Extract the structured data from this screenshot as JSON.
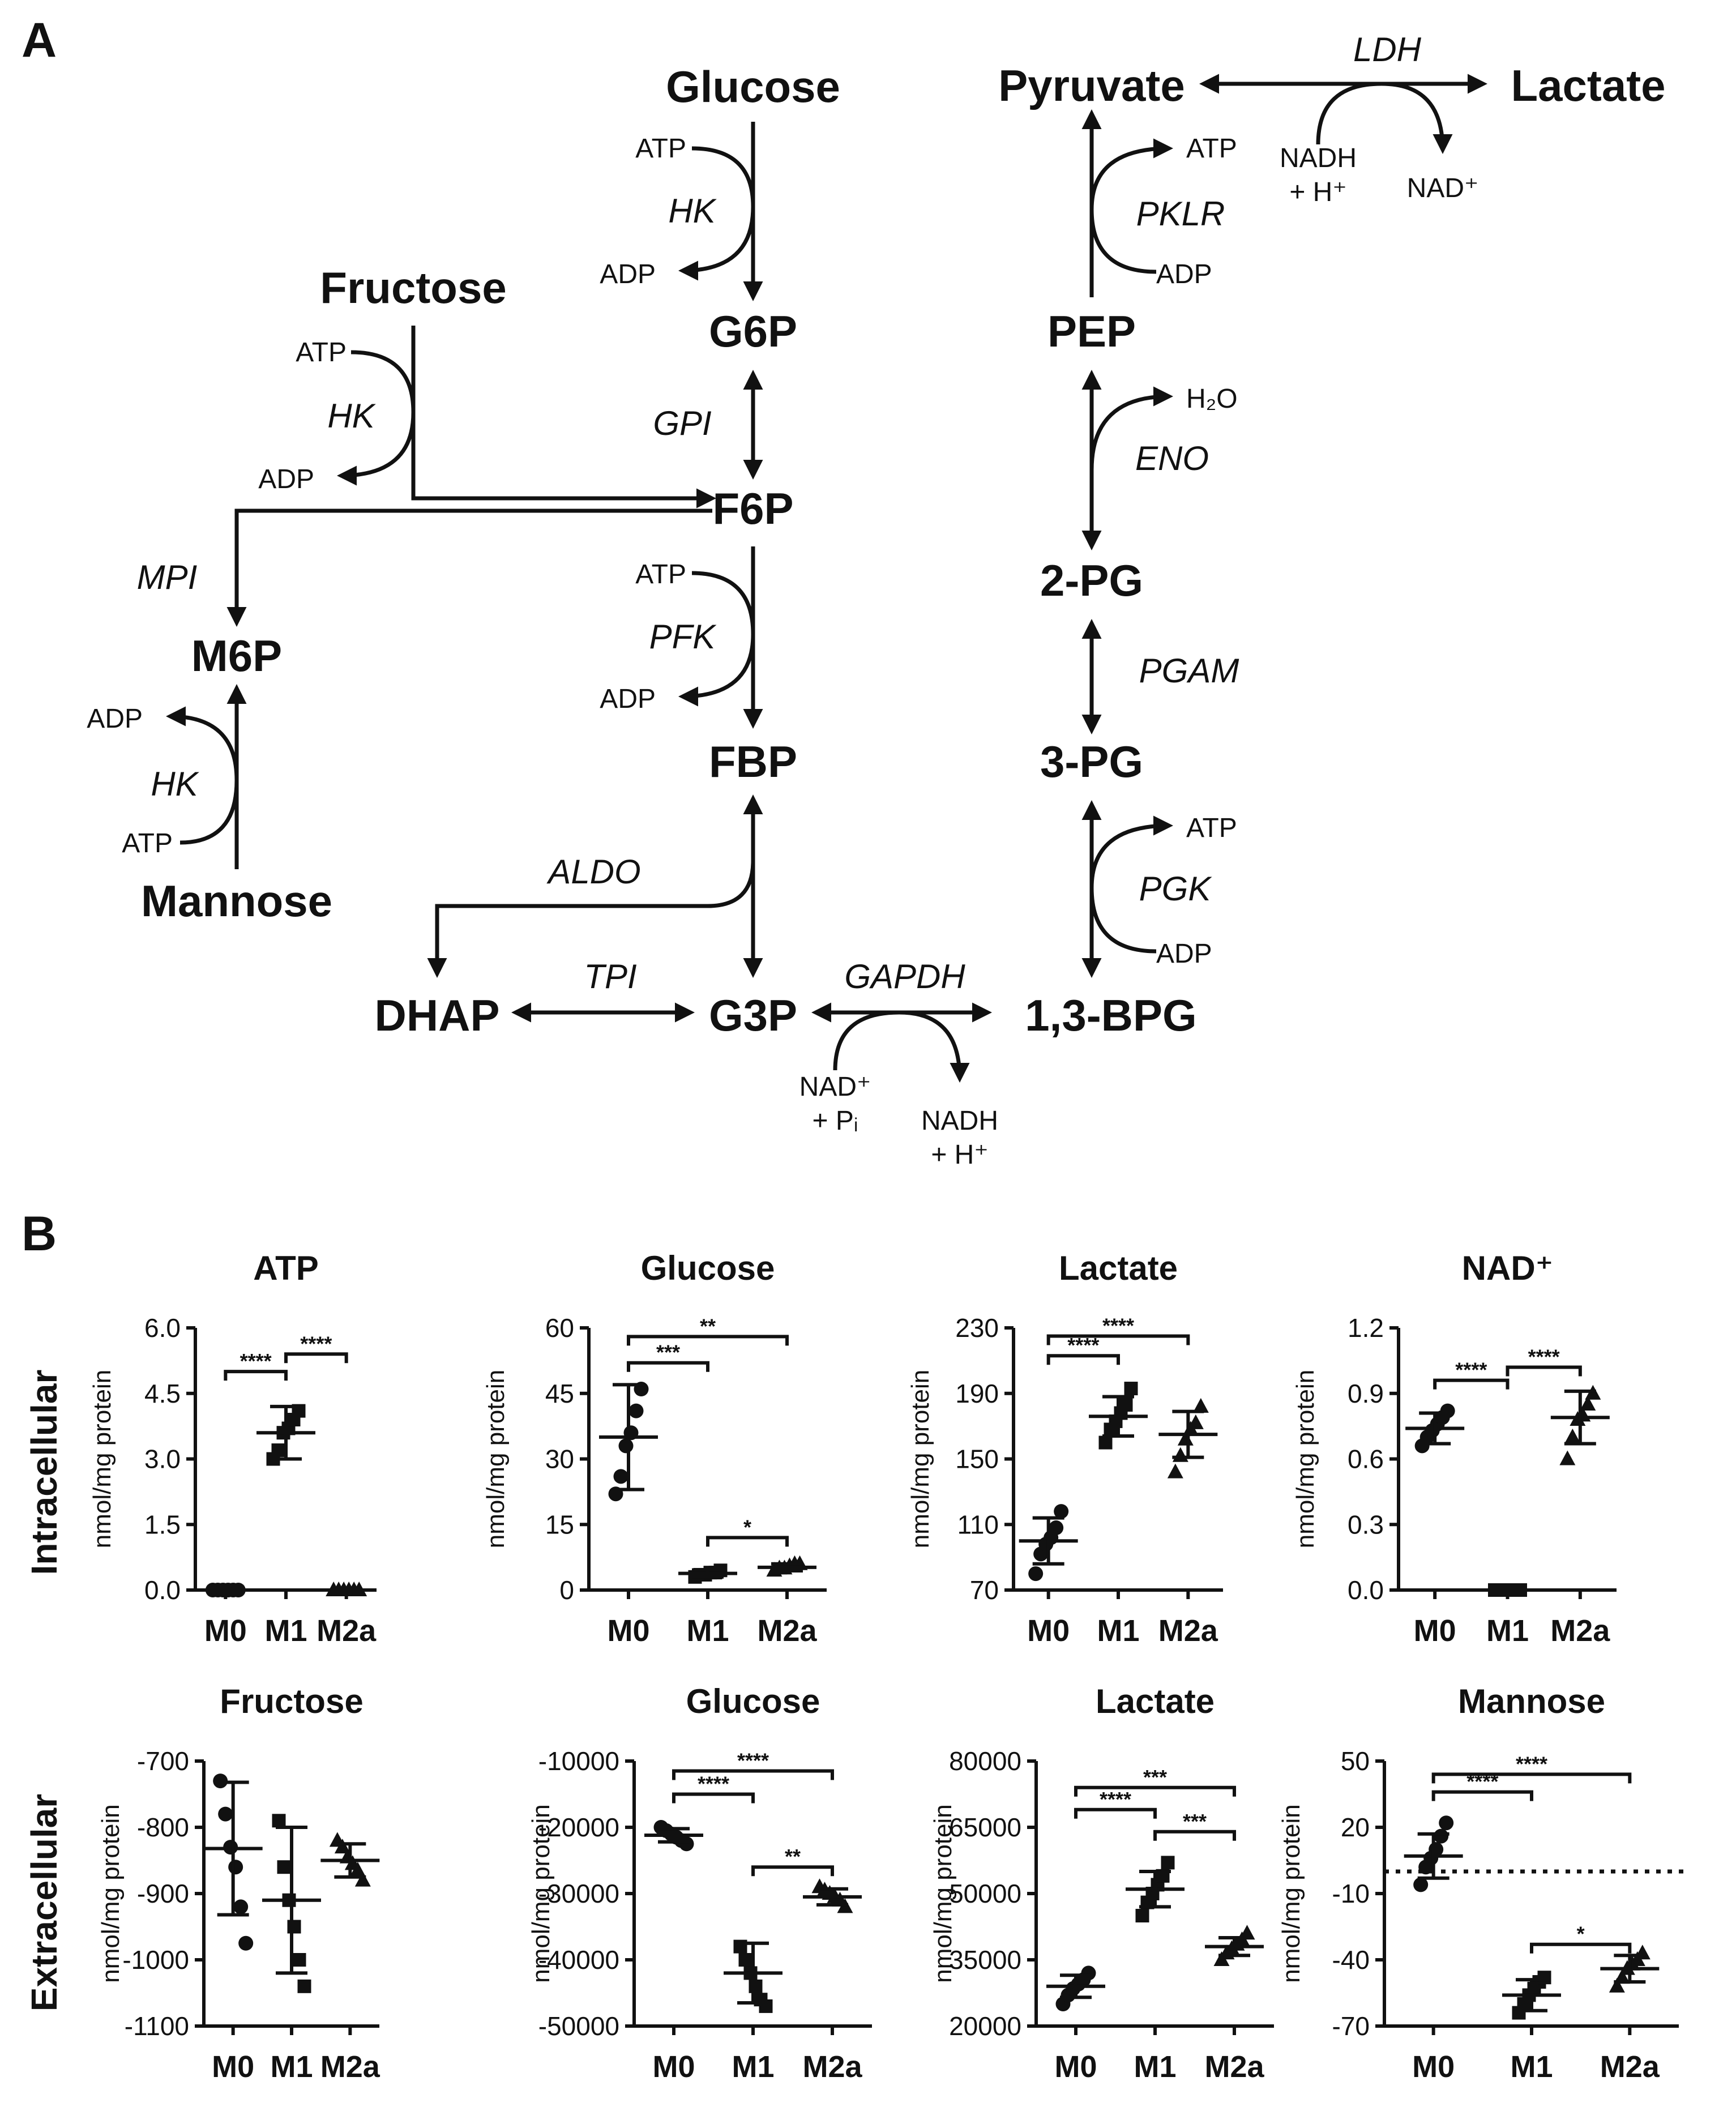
{
  "panel_a": {
    "label": "A",
    "metabolites": {
      "glucose": "Glucose",
      "g6p": "G6P",
      "fructose": "Fructose",
      "f6p": "F6P",
      "m6p": "M6P",
      "mannose": "Mannose",
      "fbp": "FBP",
      "dhap": "DHAP",
      "g3p": "G3P",
      "bpg13": "1,3-BPG",
      "pg3": "3-PG",
      "pg2": "2-PG",
      "pep": "PEP",
      "pyruvate": "Pyruvate",
      "lactate": "Lactate"
    },
    "enzymes": {
      "hk_glucose": "HK",
      "hk_fructose": "HK",
      "hk_mannose": "HK",
      "gpi": "GPI",
      "mpi": "MPI",
      "pfk": "PFK",
      "aldo": "ALDO",
      "tpi": "TPI",
      "gapdh": "GAPDH",
      "pgk": "PGK",
      "pgam": "PGAM",
      "eno": "ENO",
      "pklr": "PKLR",
      "ldh": "LDH"
    },
    "cofactors": {
      "hk1_in": "ATP",
      "hk1_out": "ADP",
      "hk2_in": "ATP",
      "hk2_out": "ADP",
      "hk3_in": "ATP",
      "hk3_out": "ADP",
      "pfk_in": "ATP",
      "pfk_out": "ADP",
      "gapdh_in_1": "NAD⁺",
      "gapdh_in_2": "+ Pᵢ",
      "gapdh_out_1": "NADH",
      "gapdh_out_2": "+ H⁺",
      "pgk_in": "ADP",
      "pgk_out": "ATP",
      "eno_out": "H₂O",
      "pklr_in": "ADP",
      "pklr_out": "ATP",
      "ldh_in_1": "NADH",
      "ldh_in_2": "+ H⁺",
      "ldh_out": "NAD⁺"
    }
  },
  "panel_b": {
    "label": "B",
    "row_labels": [
      "Intracellular",
      "Extracellular"
    ],
    "y_label": "nmol/mg protein",
    "significance_marks": [
      "****",
      "***",
      "**",
      "*"
    ]
  },
  "chart_data": [
    {
      "type": "scatter",
      "row": "Intracellular",
      "title": "ATP",
      "ylabel": "nmol/mg protein",
      "ylim": [
        0.0,
        6.0
      ],
      "yticks": [
        "6.0",
        "4.5",
        "3.0",
        "1.5",
        "0.0"
      ],
      "categories": [
        "M0",
        "M1",
        "M2a"
      ],
      "series": [
        {
          "category": "M0",
          "points": [
            0,
            0,
            0,
            0,
            0,
            0
          ],
          "mean": 0.0,
          "sd": 0.0
        },
        {
          "category": "M1",
          "points": [
            3.0,
            3.2,
            3.6,
            3.7,
            3.9,
            4.1
          ],
          "mean": 3.6,
          "sd": 0.6
        },
        {
          "category": "M2a",
          "points": [
            0,
            0,
            0,
            0,
            0,
            0
          ],
          "mean": 0.0,
          "sd": 0.0
        }
      ],
      "comparisons": [
        {
          "from": "M0",
          "to": "M1",
          "label": "****",
          "y": 5.0
        },
        {
          "from": "M1",
          "to": "M2a",
          "label": "****",
          "y": 5.4
        }
      ]
    },
    {
      "type": "scatter",
      "row": "Intracellular",
      "title": "Glucose",
      "ylabel": "nmol/mg protein",
      "ylim": [
        0,
        60
      ],
      "yticks": [
        "60",
        "45",
        "30",
        "15",
        "0"
      ],
      "categories": [
        "M0",
        "M1",
        "M2a"
      ],
      "series": [
        {
          "category": "M0",
          "points": [
            22,
            26,
            33,
            36,
            41,
            46
          ],
          "mean": 35,
          "sd": 12
        },
        {
          "category": "M1",
          "points": [
            3,
            3.5,
            3.5,
            4,
            4,
            4.5
          ],
          "mean": 3.8,
          "sd": 0.8
        },
        {
          "category": "M2a",
          "points": [
            4.5,
            5,
            5,
            5.5,
            6,
            6
          ],
          "mean": 5.2,
          "sd": 0.8
        }
      ],
      "comparisons": [
        {
          "from": "M0",
          "to": "M1",
          "label": "***",
          "y": 52
        },
        {
          "from": "M0",
          "to": "M2a",
          "label": "**",
          "y": 58
        },
        {
          "from": "M1",
          "to": "M2a",
          "label": "*",
          "y": 12
        }
      ]
    },
    {
      "type": "scatter",
      "row": "Intracellular",
      "title": "Lactate",
      "ylabel": "nmol/mg protein",
      "ylim": [
        70,
        230
      ],
      "yticks": [
        "230",
        "190",
        "150",
        "110",
        "70"
      ],
      "categories": [
        "M0",
        "M1",
        "M2a"
      ],
      "series": [
        {
          "category": "M0",
          "points": [
            80,
            92,
            98,
            102,
            108,
            118
          ],
          "mean": 100,
          "sd": 14
        },
        {
          "category": "M1",
          "points": [
            160,
            168,
            173,
            178,
            183,
            193
          ],
          "mean": 176,
          "sd": 12
        },
        {
          "category": "M2a",
          "points": [
            142,
            152,
            162,
            168,
            172,
            182
          ],
          "mean": 165,
          "sd": 14
        }
      ],
      "comparisons": [
        {
          "from": "M0",
          "to": "M1",
          "label": "****",
          "y": 213
        },
        {
          "from": "M0",
          "to": "M2a",
          "label": "****",
          "y": 225
        }
      ]
    },
    {
      "type": "scatter",
      "row": "Intracellular",
      "title": "NAD⁺",
      "ylabel": "nmol/mg protein",
      "ylim": [
        0.0,
        1.2
      ],
      "yticks": [
        "1.2",
        "0.9",
        "0.6",
        "0.3",
        "0.0"
      ],
      "categories": [
        "M0",
        "M1",
        "M2a"
      ],
      "series": [
        {
          "category": "M0",
          "points": [
            0.66,
            0.7,
            0.73,
            0.76,
            0.79,
            0.82
          ],
          "mean": 0.74,
          "sd": 0.07
        },
        {
          "category": "M1",
          "points": [
            0,
            0,
            0,
            0,
            0,
            0
          ],
          "mean": 0.0,
          "sd": 0.0
        },
        {
          "category": "M2a",
          "points": [
            0.6,
            0.7,
            0.78,
            0.8,
            0.85,
            0.9
          ],
          "mean": 0.79,
          "sd": 0.12
        }
      ],
      "comparisons": [
        {
          "from": "M0",
          "to": "M1",
          "label": "****",
          "y": 0.96
        },
        {
          "from": "M1",
          "to": "M2a",
          "label": "****",
          "y": 1.02
        }
      ]
    },
    {
      "type": "scatter",
      "row": "Extracellular",
      "title": "Fructose",
      "ylabel": "nmol/mg protein",
      "ylim": [
        -1100,
        -700
      ],
      "yticks": [
        "-700",
        "-800",
        "-900",
        "-1000",
        "-1100"
      ],
      "categories": [
        "M0",
        "M1",
        "M2a"
      ],
      "series": [
        {
          "category": "M0",
          "points": [
            -730,
            -780,
            -830,
            -860,
            -920,
            -975
          ],
          "mean": -832,
          "sd": 100
        },
        {
          "category": "M1",
          "points": [
            -790,
            -860,
            -910,
            -950,
            -1000,
            -1040
          ],
          "mean": -910,
          "sd": 110
        },
        {
          "category": "M2a",
          "points": [
            -820,
            -830,
            -845,
            -855,
            -865,
            -880
          ],
          "mean": -850,
          "sd": 25
        }
      ],
      "comparisons": []
    },
    {
      "type": "scatter",
      "row": "Extracellular",
      "title": "Glucose",
      "ylabel": "nmol/mg protein",
      "ylim": [
        -50000,
        -10000
      ],
      "yticks": [
        "-10000",
        "-20000",
        "-30000",
        "-40000",
        "-50000"
      ],
      "categories": [
        "M0",
        "M1",
        "M2a"
      ],
      "series": [
        {
          "category": "M0",
          "points": [
            -20000,
            -20500,
            -21000,
            -21500,
            -22000,
            -22500
          ],
          "mean": -21200,
          "sd": 1000
        },
        {
          "category": "M1",
          "points": [
            -38000,
            -40000,
            -42000,
            -44000,
            -46000,
            -47000
          ],
          "mean": -42000,
          "sd": 4500
        },
        {
          "category": "M2a",
          "points": [
            -29000,
            -29500,
            -30000,
            -30500,
            -31000,
            -32000
          ],
          "mean": -30500,
          "sd": 1200
        }
      ],
      "comparisons": [
        {
          "from": "M0",
          "to": "M1",
          "label": "****",
          "y": -15000
        },
        {
          "from": "M0",
          "to": "M2a",
          "label": "****",
          "y": -11500
        },
        {
          "from": "M1",
          "to": "M2a",
          "label": "**",
          "y": -26000
        }
      ]
    },
    {
      "type": "scatter",
      "row": "Extracellular",
      "title": "Lactate",
      "ylabel": "nmol/mg protein",
      "ylim": [
        20000,
        80000
      ],
      "yticks": [
        "80000",
        "65000",
        "50000",
        "35000",
        "20000"
      ],
      "categories": [
        "M0",
        "M1",
        "M2a"
      ],
      "series": [
        {
          "category": "M0",
          "points": [
            25000,
            27000,
            28500,
            29500,
            30500,
            32000
          ],
          "mean": 29000,
          "sd": 2500
        },
        {
          "category": "M1",
          "points": [
            45000,
            48000,
            50000,
            52000,
            54000,
            57000
          ],
          "mean": 51000,
          "sd": 4000
        },
        {
          "category": "M2a",
          "points": [
            35000,
            36500,
            37500,
            38500,
            39500,
            41000
          ],
          "mean": 38000,
          "sd": 2000
        }
      ],
      "comparisons": [
        {
          "from": "M0",
          "to": "M1",
          "label": "****",
          "y": 69000
        },
        {
          "from": "M0",
          "to": "M2a",
          "label": "***",
          "y": 74000
        },
        {
          "from": "M1",
          "to": "M2a",
          "label": "***",
          "y": 64000
        }
      ]
    },
    {
      "type": "scatter",
      "row": "Extracellular",
      "title": "Mannose",
      "ylabel": "nmol/mg protein",
      "ylim": [
        -70,
        50
      ],
      "yticks": [
        "50",
        "20",
        "-10",
        "-40",
        "-70"
      ],
      "categories": [
        "M0",
        "M1",
        "M2a"
      ],
      "reference_line": 0,
      "series": [
        {
          "category": "M0",
          "points": [
            -6,
            2,
            6,
            10,
            16,
            22
          ],
          "mean": 7,
          "sd": 10
        },
        {
          "category": "M1",
          "points": [
            -64,
            -60,
            -56,
            -53,
            -50,
            -48
          ],
          "mean": -56,
          "sd": 7
        },
        {
          "category": "M2a",
          "points": [
            -52,
            -48,
            -44,
            -42,
            -40,
            -37
          ],
          "mean": -44,
          "sd": 6
        }
      ],
      "comparisons": [
        {
          "from": "M0",
          "to": "M1",
          "label": "****",
          "y": 36
        },
        {
          "from": "M0",
          "to": "M2a",
          "label": "****",
          "y": 44
        },
        {
          "from": "M1",
          "to": "M2a",
          "label": "*",
          "y": -33
        }
      ]
    }
  ]
}
